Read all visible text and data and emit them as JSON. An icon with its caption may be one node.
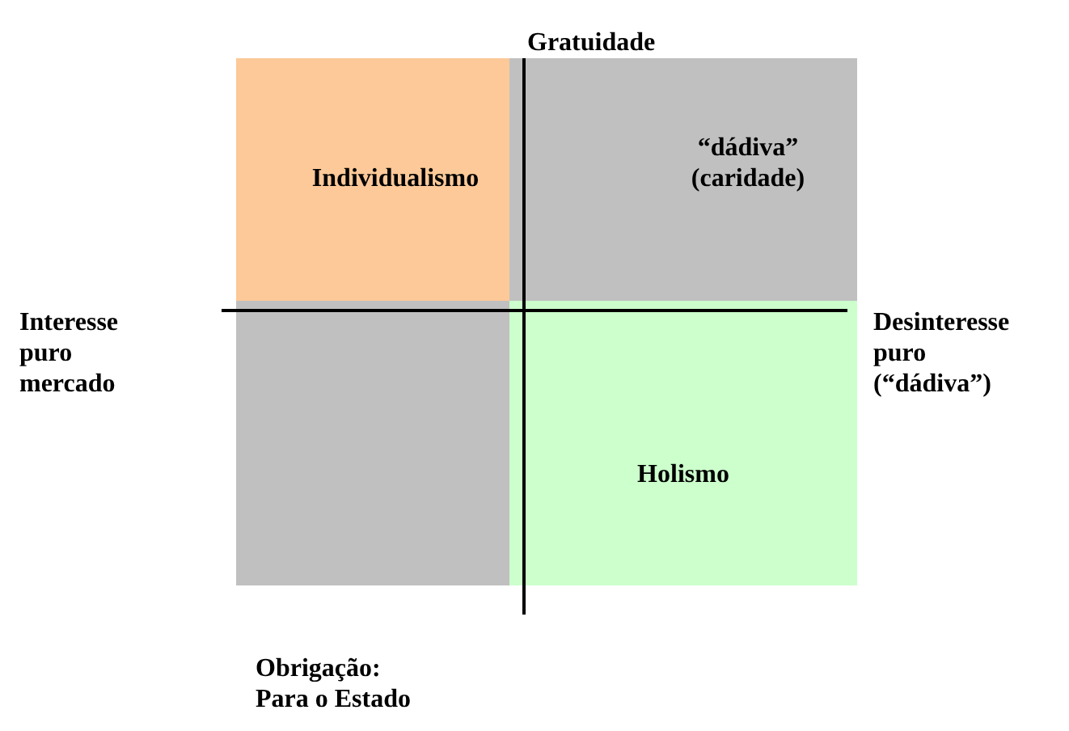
{
  "diagram": {
    "nodes": [
      {
        "text": [
          "Individualismo"
        ]
      },
      {
        "text": [
          "“dádiva” (caridade)"
        ]
      },
      {
        "text": [],
        "shape": "box"
      },
      {
        "text": [
          "Holismo"
        ]
      }
    ],
    "edges": [],
    "labels": [
      "Gratuidade",
      "Interesse puro mercado",
      "Desinteresse puro (“dádiva”)",
      "Obrigação: Para o Estado"
    ]
  }
}
